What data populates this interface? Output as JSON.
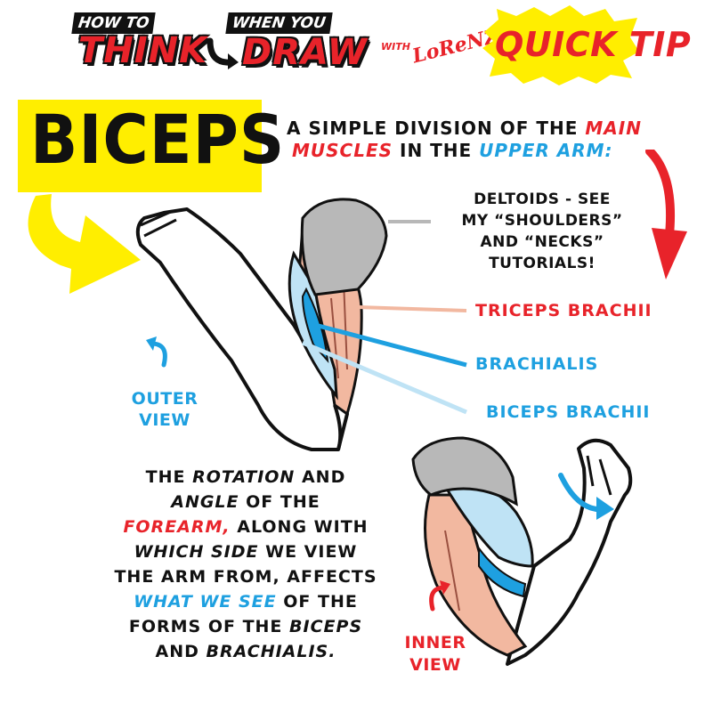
{
  "header": {
    "logo_how_to": "HOW TO",
    "logo_think": "THINK",
    "logo_when_you": "WHEN YOU",
    "logo_draw": "DRAW",
    "with_label": "WITH",
    "signature": "LoReNZo!",
    "quick_tip": "QUICK TIP"
  },
  "title": "BICEPS",
  "intro": {
    "line1_a": "A SIMPLE DIVISION OF THE",
    "line1_b": "MAIN",
    "line2_a": "MUSCLES",
    "line2_b": "IN THE",
    "line2_c": "UPPER ARM:"
  },
  "deltoids_note": {
    "line1": "DELTOIDS - SEE",
    "line2": "MY “SHOULDERS”",
    "line3": "AND “NECKS”",
    "line4": "TUTORIALS!"
  },
  "labels": {
    "triceps": "TRICEPS BRACHII",
    "brachialis": "BRACHIALIS",
    "biceps": "BICEPS BRACHII"
  },
  "views": {
    "outer_line1": "OUTER",
    "outer_line2": "VIEW",
    "inner_line1": "INNER",
    "inner_line2": "VIEW"
  },
  "paragraph": {
    "l1_a": "THE",
    "l1_b": "ROTATION",
    "l1_c": "AND",
    "l2_a": "ANGLE",
    "l2_b": "OF THE",
    "l3_a": "FOREARM,",
    "l3_b": "ALONG WITH",
    "l4_a": "WHICH SIDE",
    "l4_b": "WE VIEW",
    "l5": "THE ARM FROM, AFFECTS",
    "l6_a": "WHAT WE SEE",
    "l6_b": "OF THE",
    "l7_a": "FORMS OF THE",
    "l7_b": "BICEPS",
    "l8_a": "AND",
    "l8_b": "BRACHIALIS."
  },
  "colors": {
    "red": "#e8232a",
    "blue": "#1ea0e0",
    "yellow": "#ffee00",
    "deltoid_gray": "#b8b8b8",
    "triceps_pink": "#f2b8a0",
    "biceps_lightblue": "#bfe3f5"
  }
}
